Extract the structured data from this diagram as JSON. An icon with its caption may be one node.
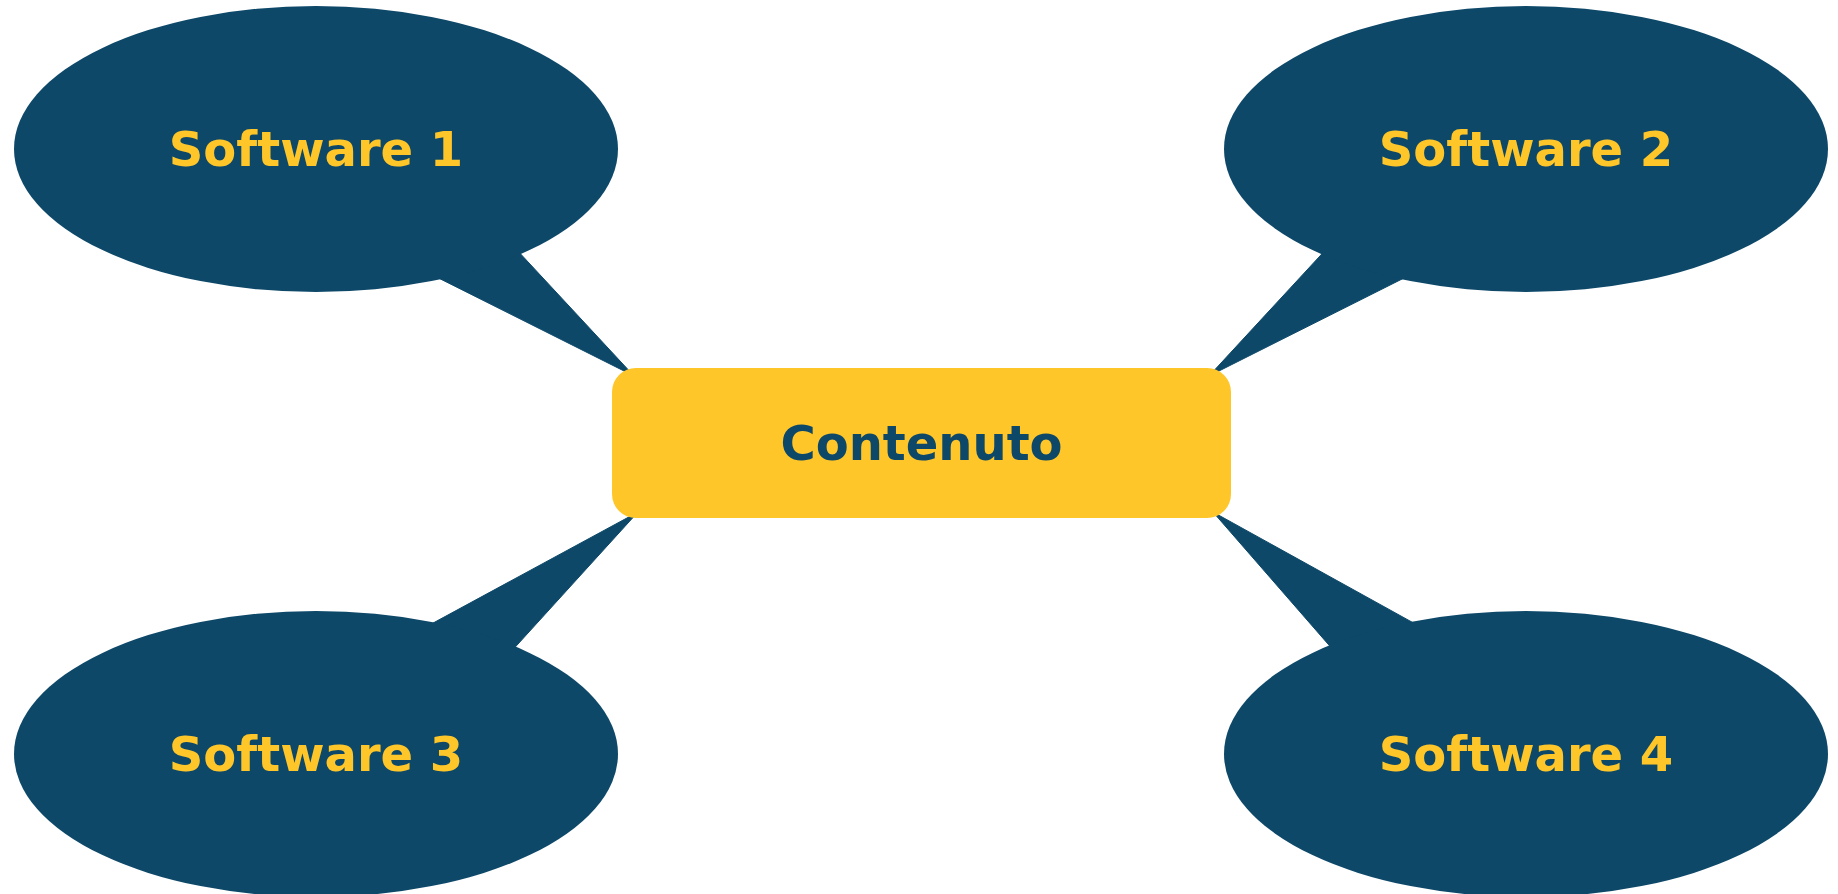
{
  "diagram": {
    "nodes": [
      {
        "text": [
          "Software 1"
        ]
      },
      {
        "text": [
          "Software 2"
        ]
      },
      {
        "text": [
          "Contenuto"
        ]
      },
      {
        "text": [
          "Software 3"
        ]
      },
      {
        "text": [
          "Software 4"
        ]
      }
    ],
    "edges": [
      {
        "from": 0,
        "to": 2,
        "arrow": "none"
      },
      {
        "from": 1,
        "to": 2,
        "arrow": "none"
      },
      {
        "from": 3,
        "to": 2,
        "arrow": "none"
      },
      {
        "from": 4,
        "to": 2,
        "arrow": "none"
      }
    ]
  }
}
